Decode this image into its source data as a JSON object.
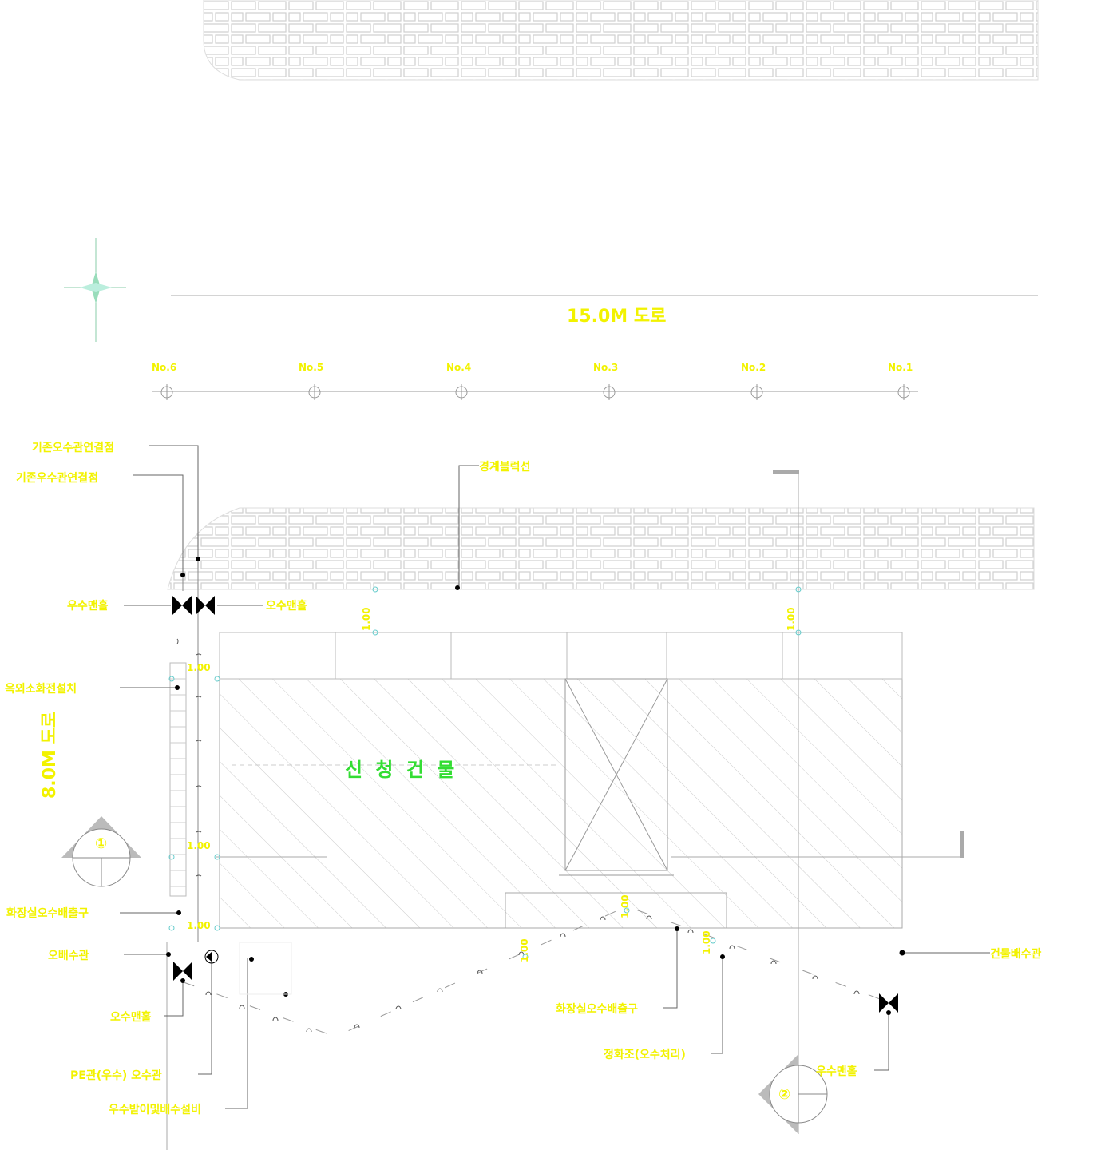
{
  "colors": {
    "annotation": "#f2f200",
    "building": "#33dd33",
    "line": "#999999",
    "hatch": "#cccccc",
    "accent": "#00cc66"
  },
  "roads": {
    "main": "15.0M 도로",
    "side": "8.0M 도로"
  },
  "building": {
    "name": "신 청 건 물"
  },
  "stations": [
    "No.6",
    "No.5",
    "No.4",
    "No.3",
    "No.2",
    "No.1"
  ],
  "callouts": {
    "left_top_1": "기존오수관연결점",
    "left_top_2": "기존우수관연결점",
    "center_top": "경계블럭선",
    "valve_left": "우수맨홀",
    "valve_right": "오수맨홀",
    "left_mid": "옥외소화전설치",
    "left_low_1": "화장실오수배출구",
    "left_low_2": "오배수관",
    "left_low_3": "오수맨홀",
    "left_low_4": "PE관(우수) 오수관",
    "left_low_5": "우수받이및배수설비",
    "bottom_mid_1": "화장실오수배출구",
    "bottom_mid_2": "정화조(오수처리)",
    "right_1": "건물배수관",
    "right_2": "우수맨홀"
  },
  "dims": {
    "left_top": "1.00",
    "left_mid": "1.00",
    "left_bot": "1.00",
    "top_a": "1.00",
    "top_b": "1.00",
    "slope_a": "1.00",
    "slope_b": "1.00",
    "slope_c": "1.00"
  },
  "sections": {
    "left": "①",
    "bottom": "②"
  }
}
